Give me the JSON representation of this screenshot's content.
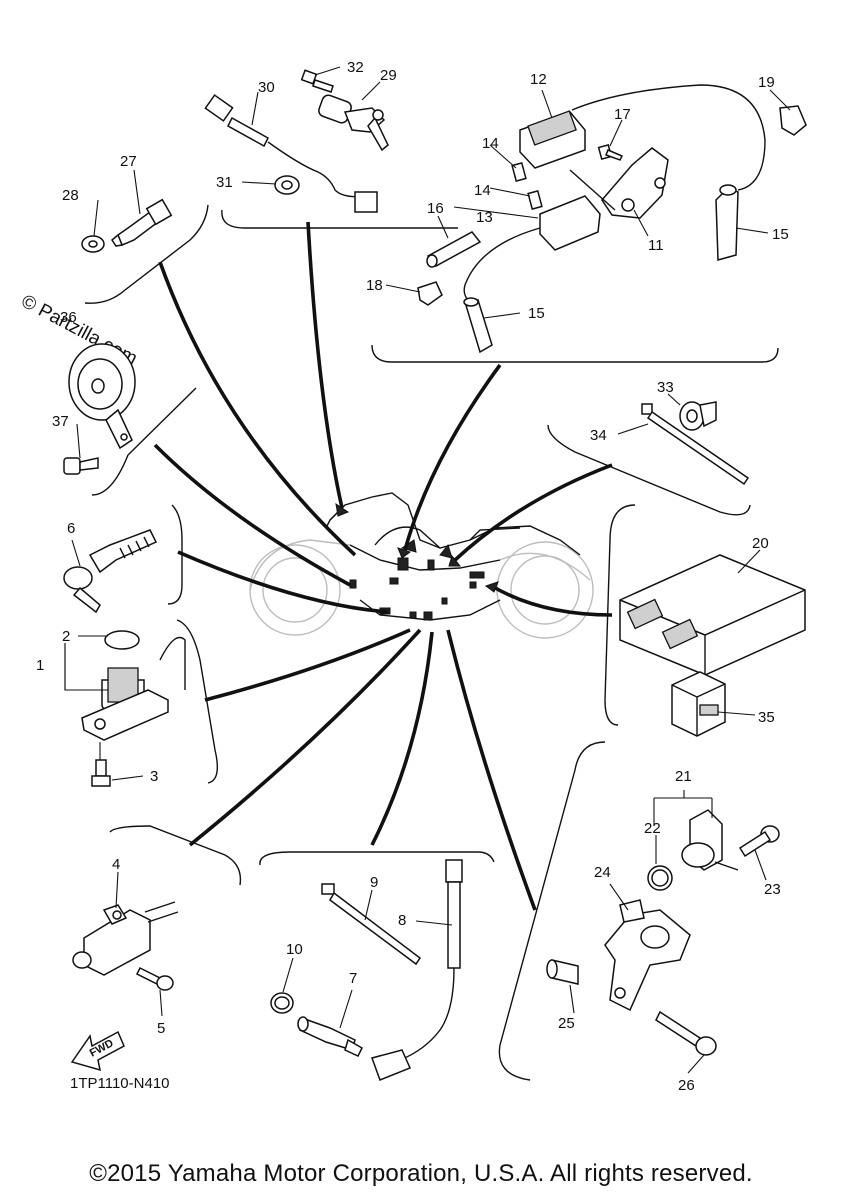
{
  "diagram": {
    "code": "1TP1110-N410",
    "fwd_label": "FWD",
    "copyright": "©2015 Yamaha Motor Corporation, U.S.A. All rights reserved.",
    "watermark": "© Partzilla.com"
  },
  "callouts": [
    {
      "id": "c1",
      "text": "1"
    },
    {
      "id": "c2",
      "text": "2"
    },
    {
      "id": "c3",
      "text": "3"
    },
    {
      "id": "c4",
      "text": "4"
    },
    {
      "id": "c5",
      "text": "5"
    },
    {
      "id": "c6",
      "text": "6"
    },
    {
      "id": "c7",
      "text": "7"
    },
    {
      "id": "c8",
      "text": "8"
    },
    {
      "id": "c9",
      "text": "9"
    },
    {
      "id": "c10",
      "text": "10"
    },
    {
      "id": "c11",
      "text": "11"
    },
    {
      "id": "c12",
      "text": "12"
    },
    {
      "id": "c13",
      "text": "13"
    },
    {
      "id": "c14a",
      "text": "14"
    },
    {
      "id": "c14b",
      "text": "14"
    },
    {
      "id": "c15a",
      "text": "15"
    },
    {
      "id": "c15b",
      "text": "15"
    },
    {
      "id": "c16",
      "text": "16"
    },
    {
      "id": "c17",
      "text": "17"
    },
    {
      "id": "c18",
      "text": "18"
    },
    {
      "id": "c19",
      "text": "19"
    },
    {
      "id": "c20",
      "text": "20"
    },
    {
      "id": "c21",
      "text": "21"
    },
    {
      "id": "c22",
      "text": "22"
    },
    {
      "id": "c23",
      "text": "23"
    },
    {
      "id": "c24",
      "text": "24"
    },
    {
      "id": "c25",
      "text": "25"
    },
    {
      "id": "c26",
      "text": "26"
    },
    {
      "id": "c27",
      "text": "27"
    },
    {
      "id": "c28",
      "text": "28"
    },
    {
      "id": "c29",
      "text": "29"
    },
    {
      "id": "c30",
      "text": "30"
    },
    {
      "id": "c31",
      "text": "31"
    },
    {
      "id": "c32",
      "text": "32"
    },
    {
      "id": "c33",
      "text": "33"
    },
    {
      "id": "c34",
      "text": "34"
    },
    {
      "id": "c35",
      "text": "35"
    },
    {
      "id": "c36",
      "text": "36"
    },
    {
      "id": "c37",
      "text": "37"
    }
  ]
}
